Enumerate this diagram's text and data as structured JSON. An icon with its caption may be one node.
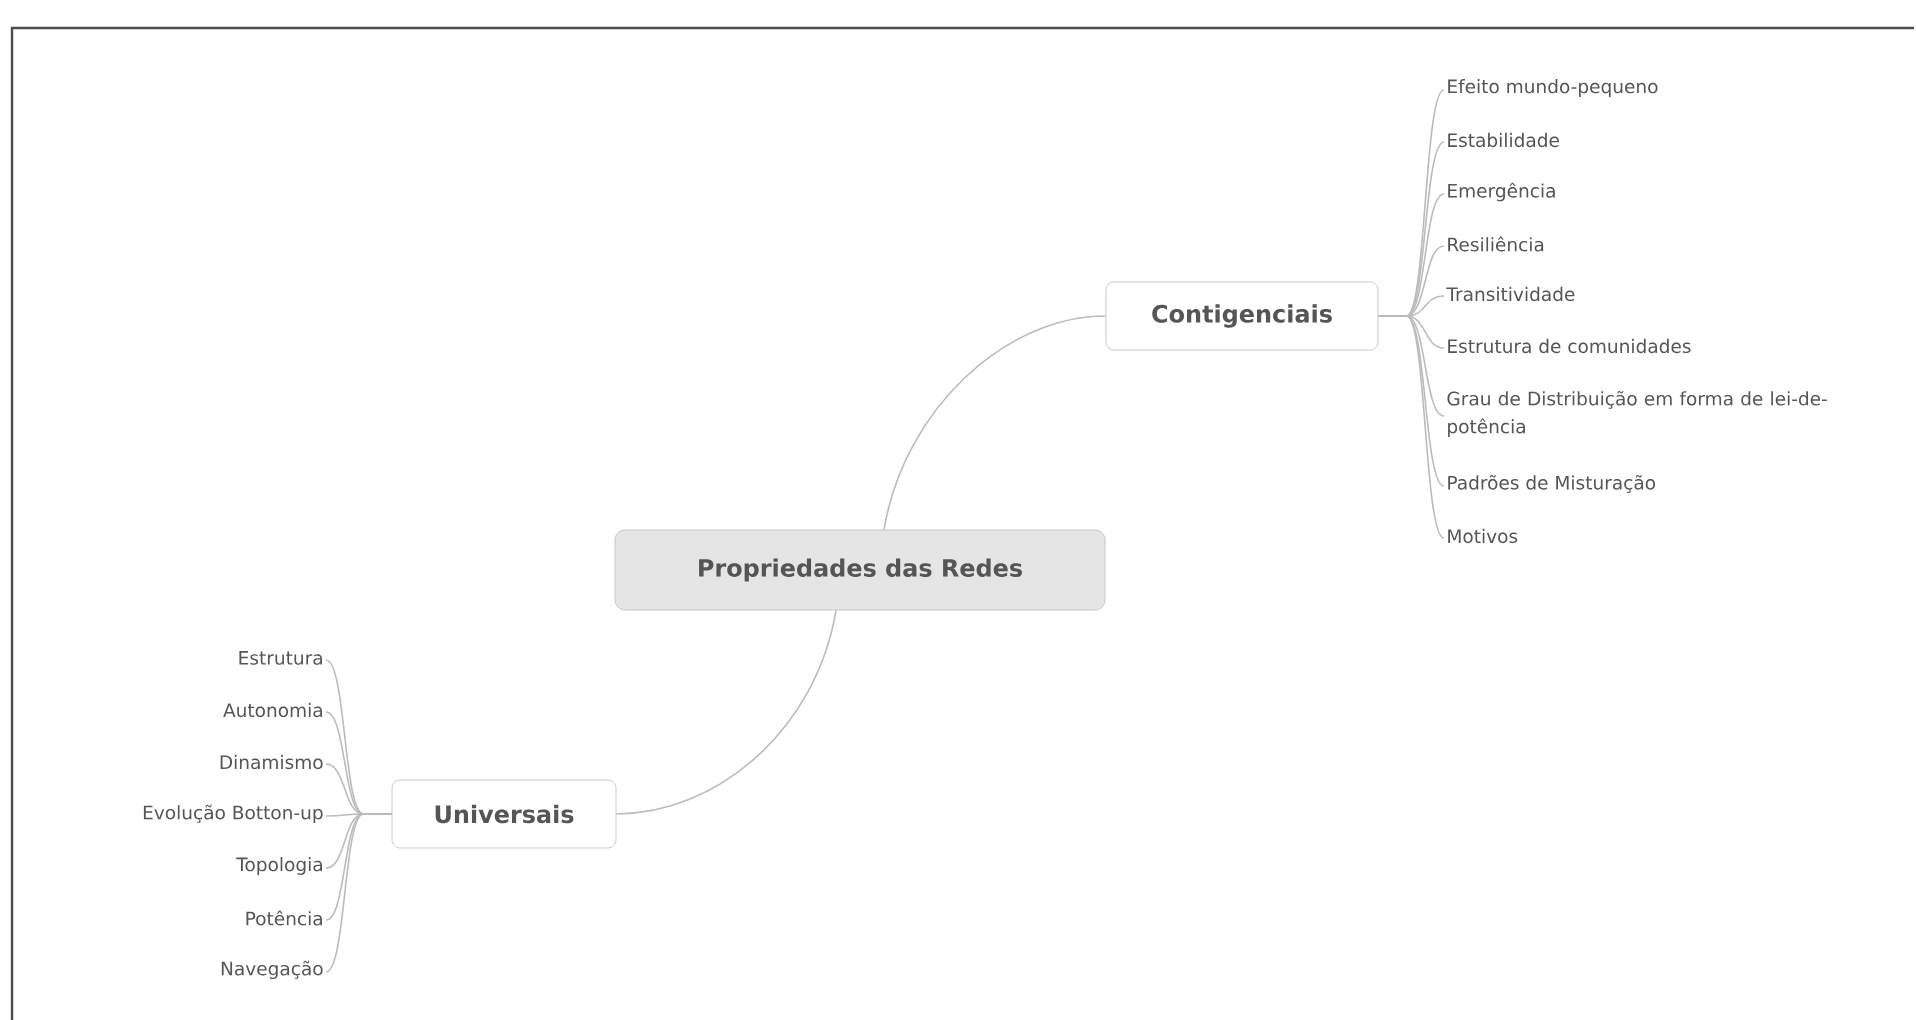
{
  "diagram": {
    "nodes": [
      {
        "text": [
          "Propriedades das Redes"
        ]
      },
      {
        "text": [
          "Contigenciais"
        ]
      },
      {
        "text": [
          "Efeito mundo-pequeno"
        ]
      },
      {
        "text": [
          "Estabilidade"
        ]
      },
      {
        "text": [
          "Emergência"
        ]
      },
      {
        "text": [
          "Resiliência"
        ]
      },
      {
        "text": [
          "Transitividade"
        ]
      },
      {
        "text": [
          "Estrutura de comunidades"
        ]
      },
      {
        "text": [
          "Grau de Distribuição em forma de lei-de-potência"
        ]
      },
      {
        "text": [
          "Padrões de Misturação"
        ]
      },
      {
        "text": [
          "Motivos"
        ]
      },
      {
        "text": [
          "Universais"
        ]
      },
      {
        "text": [
          "Estrutura"
        ]
      },
      {
        "text": [
          "Autonomia"
        ]
      },
      {
        "text": [
          "Dinamismo"
        ]
      },
      {
        "text": [
          "Evolução Botton-up"
        ]
      },
      {
        "text": [
          "Topologia"
        ]
      },
      {
        "text": [
          "Potência"
        ]
      },
      {
        "text": [
          "Navegação"
        ]
      }
    ],
    "edges": [
      {
        "from": 0,
        "to": 1,
        "arrow": "none"
      },
      {
        "from": 1,
        "to": 2,
        "arrow": "none"
      },
      {
        "from": 1,
        "to": 3,
        "arrow": "none"
      },
      {
        "from": 1,
        "to": 4,
        "arrow": "none"
      },
      {
        "from": 1,
        "to": 5,
        "arrow": "none"
      },
      {
        "from": 1,
        "to": 6,
        "arrow": "none"
      },
      {
        "from": 1,
        "to": 7,
        "arrow": "none"
      },
      {
        "from": 1,
        "to": 8,
        "arrow": "none"
      },
      {
        "from": 1,
        "to": 9,
        "arrow": "none"
      },
      {
        "from": 1,
        "to": 10,
        "arrow": "none"
      },
      {
        "from": 0,
        "to": 11,
        "arrow": "none"
      },
      {
        "from": 11,
        "to": 12,
        "arrow": "none"
      },
      {
        "from": 11,
        "to": 13,
        "arrow": "none"
      },
      {
        "from": 11,
        "to": 14,
        "arrow": "none"
      },
      {
        "from": 11,
        "to": 15,
        "arrow": "none"
      },
      {
        "from": 11,
        "to": 16,
        "arrow": "none"
      },
      {
        "from": 11,
        "to": 17,
        "arrow": "none"
      },
      {
        "from": 11,
        "to": 18,
        "arrow": "none"
      }
    ]
  }
}
